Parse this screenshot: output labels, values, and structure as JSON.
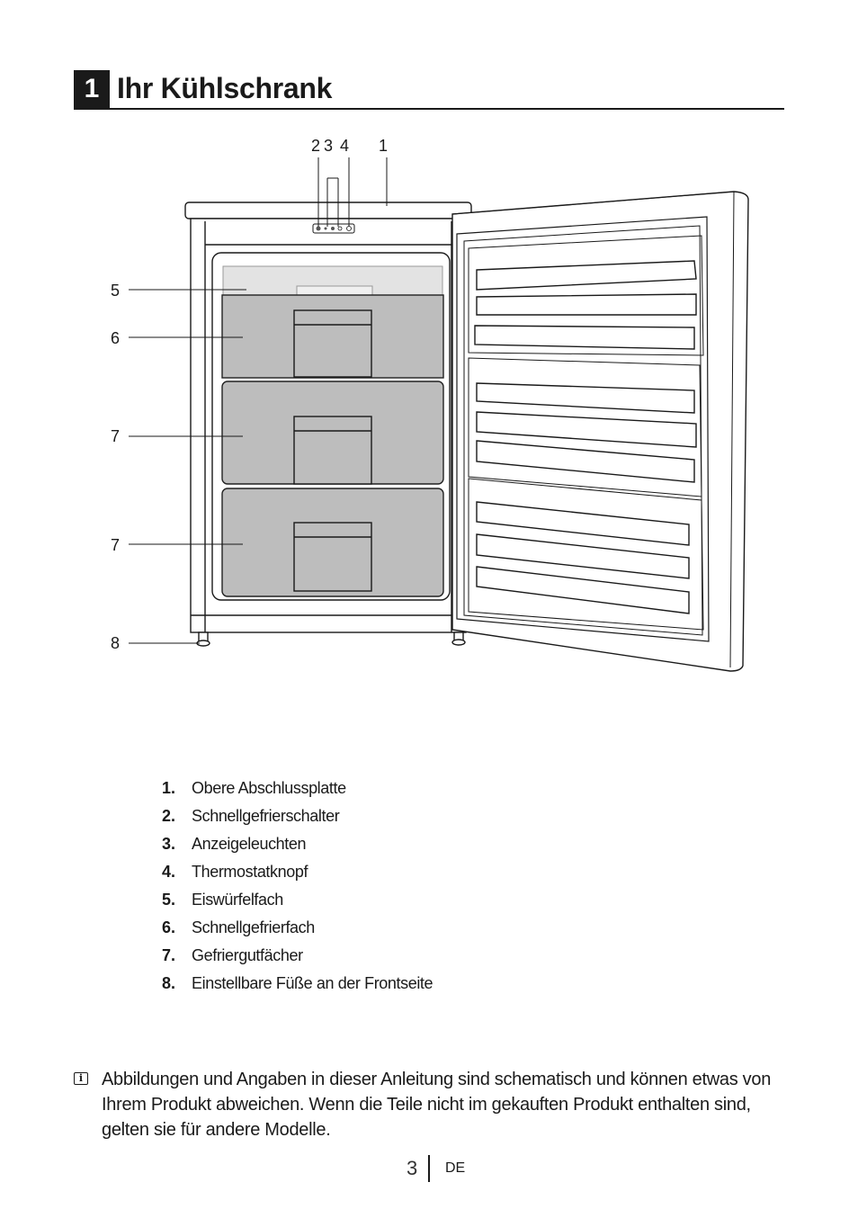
{
  "section": {
    "number": "1",
    "title": "Ihr Kühlschrank"
  },
  "callouts": {
    "top_2": "2",
    "top_3": "3",
    "top_4": "4",
    "top_1": "1",
    "left_5": "5",
    "left_6": "6",
    "left_7a": "7",
    "left_7b": "7",
    "left_8": "8"
  },
  "legend": [
    {
      "num": "1.",
      "text": "Obere Abschlussplatte"
    },
    {
      "num": "2.",
      "text": "Schnellgefrierschalter"
    },
    {
      "num": "3.",
      "text": "Anzeigeleuchten"
    },
    {
      "num": "4.",
      "text": "Thermostatknopf"
    },
    {
      "num": "5.",
      "text": "Eiswürfelfach"
    },
    {
      "num": "6.",
      "text": "Schnellgefrierfach"
    },
    {
      "num": "7.",
      "text": "Gefriergutfächer"
    },
    {
      "num": "8.",
      "text": "Einstellbare Füße an der Frontseite"
    }
  ],
  "note": {
    "icon": "info-icon",
    "text": "Abbildungen und Angaben in dieser Anleitung sind schematisch und können etwas von Ihrem Produkt abweichen. Wenn die Teile nicht im gekauften Produkt enthalten sind, gelten sie für andere Modelle."
  },
  "footer": {
    "page": "3",
    "lang": "DE"
  }
}
